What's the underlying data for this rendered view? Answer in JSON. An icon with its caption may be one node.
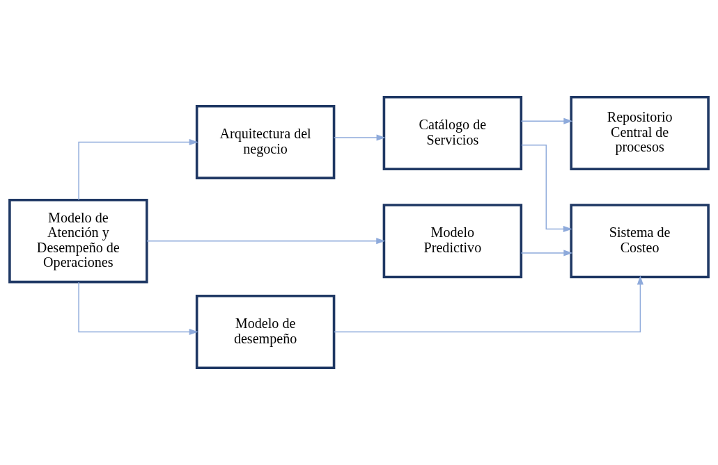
{
  "diagram": {
    "nodes": [
      {
        "text": [
          "Modelo de Atención y Desempeño de Operaciones"
        ]
      },
      {
        "text": [
          "Arquitectura del negocio"
        ]
      },
      {
        "text": [
          "Catálogo de Servicios"
        ]
      },
      {
        "text": [
          "Repositorio Central de procesos"
        ]
      },
      {
        "text": [
          "Modelo Predictivo"
        ]
      },
      {
        "text": [
          "Sistema de Costeo"
        ]
      },
      {
        "text": [
          "Modelo de desempeño"
        ]
      }
    ],
    "edges": [
      {
        "from": 0,
        "to": 1,
        "arrow": "to"
      },
      {
        "from": 0,
        "to": 4,
        "arrow": "to"
      },
      {
        "from": 0,
        "to": 6,
        "arrow": "to"
      },
      {
        "from": 1,
        "to": 2,
        "arrow": "to"
      },
      {
        "from": 2,
        "to": 3,
        "arrow": "to"
      },
      {
        "from": 2,
        "to": 5,
        "arrow": "to"
      },
      {
        "from": 4,
        "to": 5,
        "arrow": "to"
      },
      {
        "from": 6,
        "to": 5,
        "arrow": "to"
      }
    ]
  }
}
